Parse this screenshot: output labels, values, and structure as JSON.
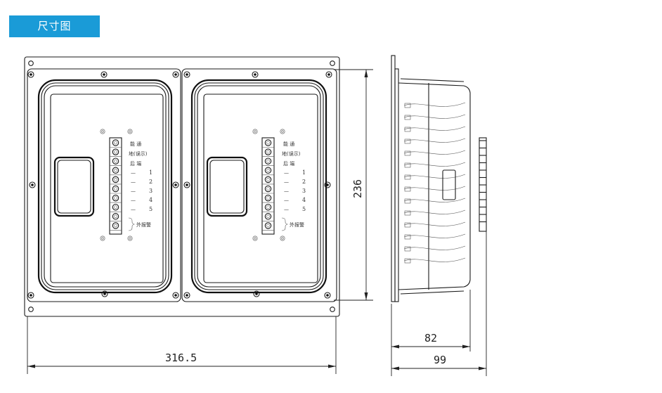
{
  "header": {
    "label": "尺寸图"
  },
  "dimensions": {
    "width": "316.5",
    "height": "236",
    "depth_inner": "82",
    "depth_total": "99"
  },
  "terminal_labels": {
    "row1": "能  通",
    "row2": "地(误示)",
    "row3": "后  端",
    "numbers": [
      "1",
      "2",
      "3",
      "4",
      "5"
    ],
    "dash": "—",
    "alarm": "外报警"
  },
  "colors": {
    "header_bg": "#1a9bd7",
    "header_text": "#ffffff",
    "line": "#1a1a1a"
  }
}
